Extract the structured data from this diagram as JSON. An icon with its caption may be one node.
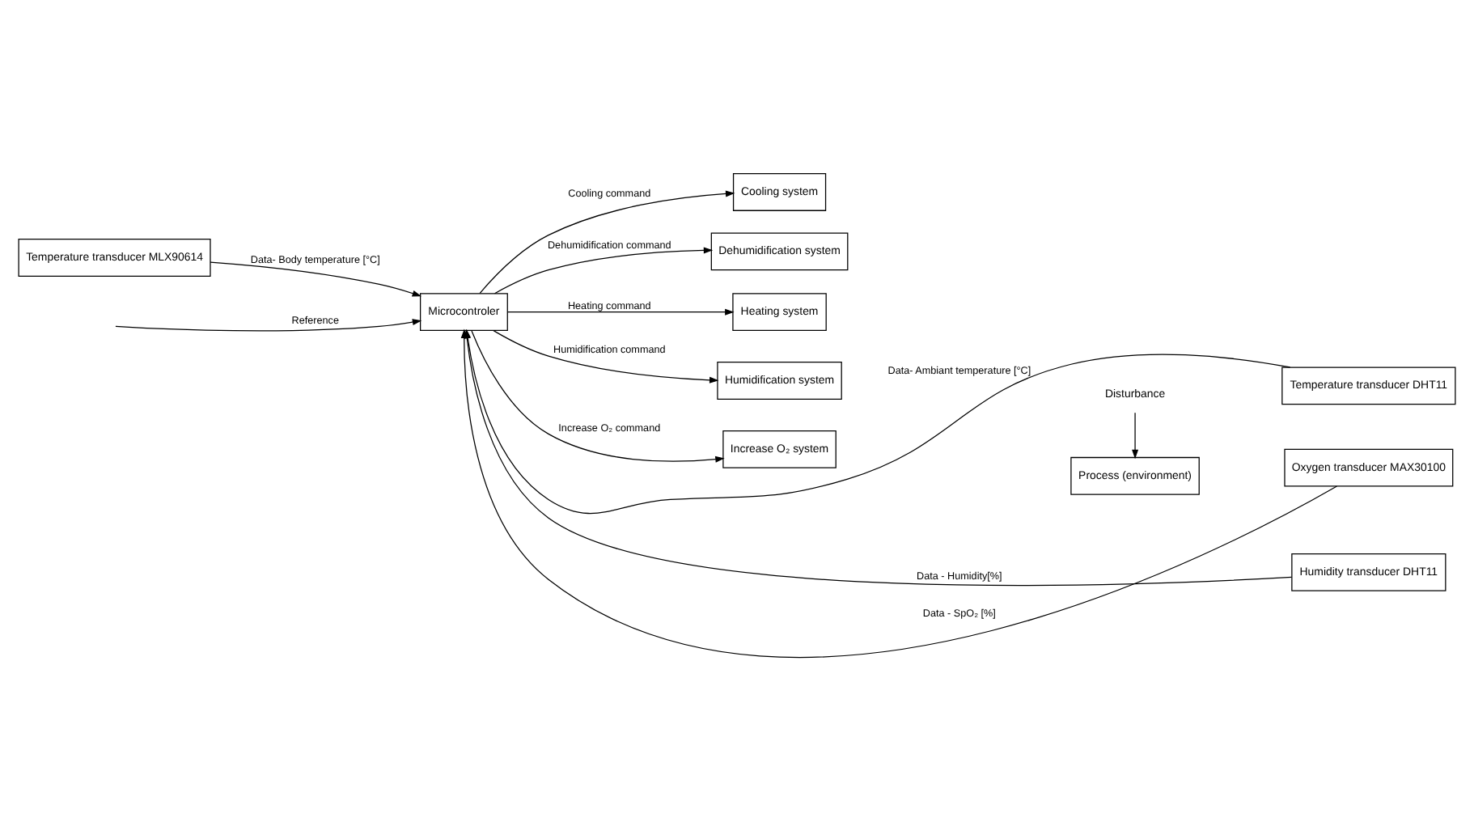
{
  "diagram": {
    "nodes": [
      {
        "text": [
          "Temperature transducer MLX90614"
        ]
      },
      {
        "text": [
          "Microcontroler"
        ]
      },
      {
        "text": [
          "Cooling system"
        ]
      },
      {
        "text": [
          "Humidification system"
        ]
      },
      {
        "text": [
          "Dehumidification system"
        ]
      },
      {
        "text": [
          "Heating system"
        ]
      },
      {
        "text": [
          "Increase O₂ system"
        ]
      },
      {
        "text": [
          "Process (environment)"
        ]
      },
      {
        "text": [
          "Temperature transducer DHT11"
        ]
      },
      {
        "text": [
          "Humidity transducer DHT11"
        ]
      },
      {
        "text": [
          "Oxygen transducer MAX30100"
        ]
      },
      {
        "text": [
          "Disturbance"
        ]
      }
    ],
    "edges": [
      {
        "from": 0,
        "to": 1,
        "arrow": "to",
        "label": "Data- Body temperature [°C]"
      },
      {
        "from": null,
        "to": 1,
        "arrow": "to",
        "label": "Reference"
      },
      {
        "from": 1,
        "to": 2,
        "arrow": "to",
        "label": "Cooling command"
      },
      {
        "from": 1,
        "to": 3,
        "arrow": "to",
        "label": "Humidification command"
      },
      {
        "from": 1,
        "to": 4,
        "arrow": "to",
        "label": "Dehumidification command"
      },
      {
        "from": 1,
        "to": 5,
        "arrow": "to",
        "label": "Heating command"
      },
      {
        "from": 1,
        "to": 6,
        "arrow": "to",
        "label": "Increase O₂ command"
      },
      {
        "from": 11,
        "to": 7,
        "arrow": "to"
      },
      {
        "from": 10,
        "to": 1,
        "arrow": "to",
        "label": "Data - SpO₂ [%]"
      },
      {
        "from": 9,
        "to": 1,
        "arrow": "to",
        "label": "Data - Humidity[%]"
      },
      {
        "from": 8,
        "to": 1,
        "arrow": "to",
        "label": "Data- Ambiant temperature [°C]"
      }
    ]
  }
}
